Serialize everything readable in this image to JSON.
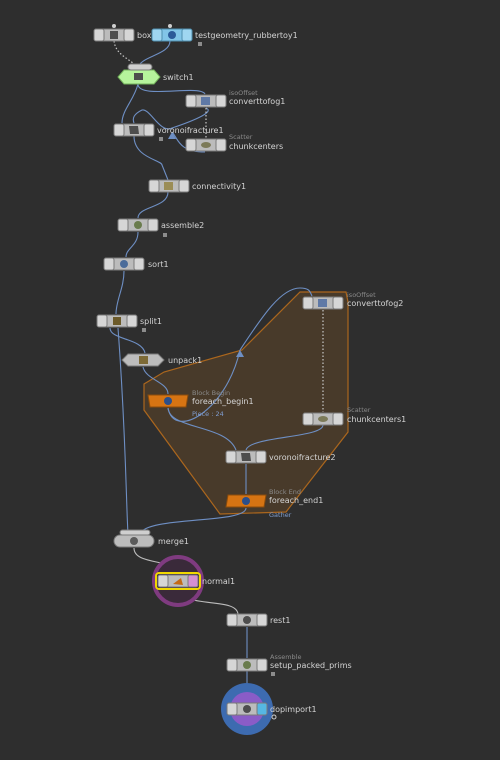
{
  "network": {
    "nodes": {
      "box": {
        "name": "box",
        "type": ""
      },
      "testgeometry": {
        "name": "testgeometry_rubbertoy1",
        "type": ""
      },
      "switch1": {
        "name": "switch1",
        "type": ""
      },
      "converttofog1": {
        "name": "converttofog1",
        "type": "isoOffset"
      },
      "voronoifracture1": {
        "name": "voronoifracture1",
        "type": ""
      },
      "chunkcenters": {
        "name": "chunkcenters",
        "type": "Scatter"
      },
      "connectivity1": {
        "name": "connectivity1",
        "type": ""
      },
      "assemble2": {
        "name": "assemble2",
        "type": ""
      },
      "sort1": {
        "name": "sort1",
        "type": ""
      },
      "split1": {
        "name": "split1",
        "type": ""
      },
      "unpack1": {
        "name": "unpack1",
        "type": ""
      },
      "converttofog2": {
        "name": "converttofog2",
        "type": "isoOffset"
      },
      "foreach_begin1": {
        "name": "foreach_begin1",
        "type": "Block Begin",
        "note": "Piece : 24"
      },
      "chunkcenters1": {
        "name": "chunkcenters1",
        "type": "Scatter"
      },
      "voronoifracture2": {
        "name": "voronoifracture2",
        "type": ""
      },
      "foreach_end1": {
        "name": "foreach_end1",
        "type": "Block End",
        "note": "Gather"
      },
      "merge1": {
        "name": "merge1",
        "type": ""
      },
      "normal1": {
        "name": "normal1",
        "type": ""
      },
      "rest1": {
        "name": "rest1",
        "type": ""
      },
      "setup_packed_prims": {
        "name": "setup_packed_prims",
        "type": "Assemble"
      },
      "dopimport1": {
        "name": "dopimport1",
        "type": ""
      }
    },
    "icons": {
      "box": "cube-icon",
      "testgeometry": "rubber-toy-icon",
      "switch1": "switch-icon",
      "converttofog": "cloud-icon",
      "voronoifracture": "fracture-icon",
      "chunkcenters": "scatter-icon",
      "connectivity1": "connectivity-icon",
      "assemble2": "assemble-icon",
      "sort1": "sort-icon",
      "split1": "split-icon",
      "unpack1": "unpack-icon",
      "foreach": "foreach-icon",
      "merge1": "merge-icon",
      "normal1": "normal-icon",
      "rest1": "rest-icon",
      "dopimport1": "dop-import-icon"
    },
    "colors": {
      "background": "#2e2e2e",
      "node": "#bcbcbc",
      "wire": "#6e8fc4",
      "foreach_node": "#d67413",
      "foreach_block": "#4a3b2a",
      "foreach_block_border": "#b26a1d",
      "testgeometry_node": "#82c5e8",
      "switch_node": "#b6f39c",
      "display_flag": "#56b7e3",
      "template_flag": "#d58fd2",
      "selected_outline": "#f0d800",
      "normal_ring": "#7f3b80",
      "dopimport_ring": "#3d6bb0",
      "dopimport_disc": "#8a5cc7"
    }
  }
}
